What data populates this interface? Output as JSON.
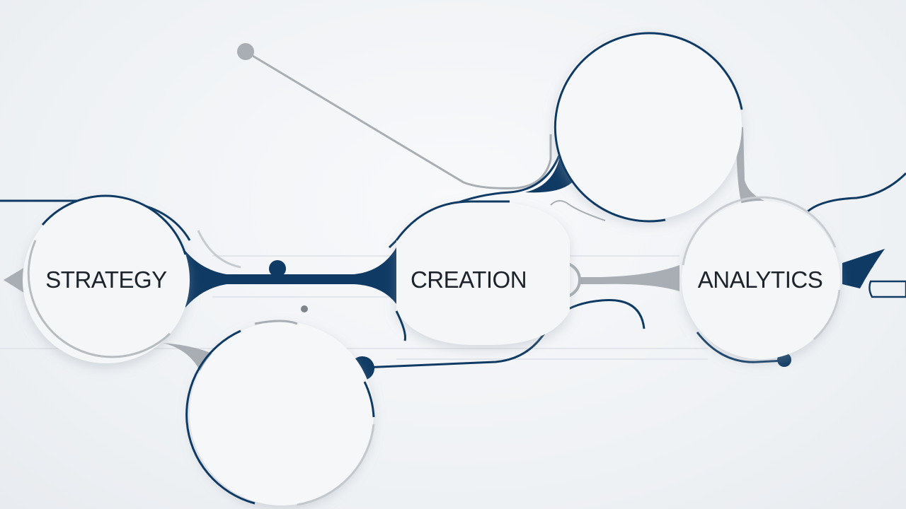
{
  "diagram": {
    "nodes": [
      {
        "id": "strategy",
        "label": "STRATEGY"
      },
      {
        "id": "creation",
        "label": "CREATION"
      },
      {
        "id": "analytics",
        "label": "ANALYTICS"
      }
    ]
  },
  "colors": {
    "background": "#f1f3f6",
    "navy": "#0f3a63",
    "gray": "#a8adb3",
    "bubble_fill": "#f4f6f8",
    "text": "#1c232b"
  }
}
